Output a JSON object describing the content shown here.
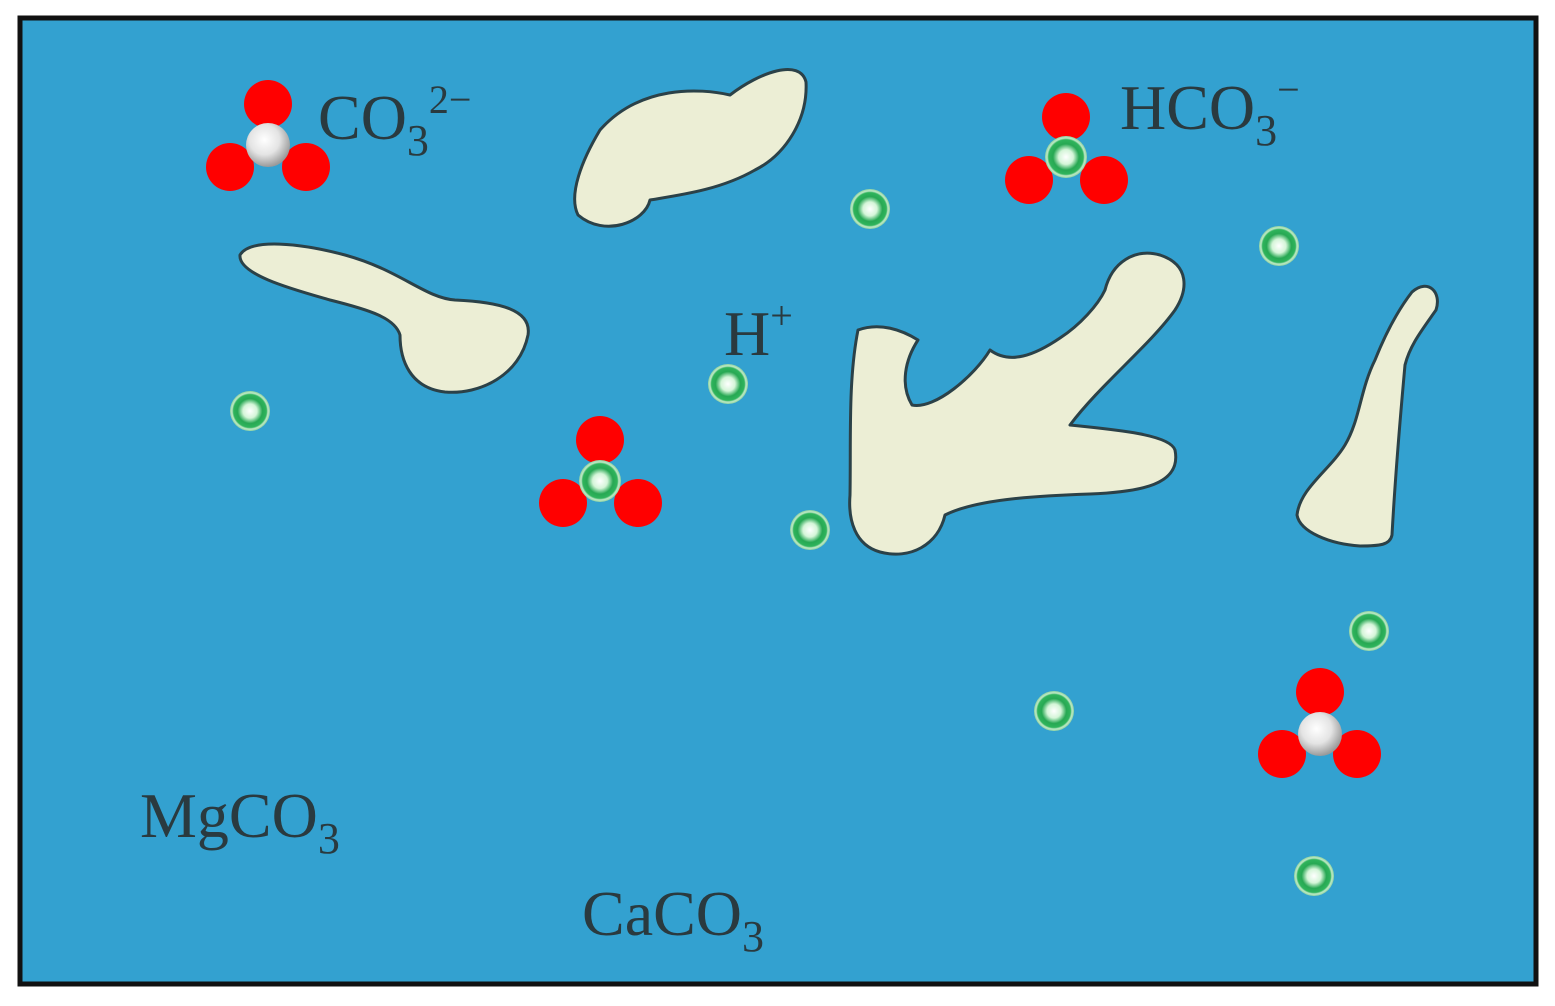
{
  "labels": {
    "carbonate": {
      "base": "CO",
      "sub": "3",
      "sup": "2−"
    },
    "bicarbonate": {
      "base": "HCO",
      "sub": "3",
      "sup": "−"
    },
    "hydrogen": {
      "base": "H",
      "sup": "+"
    },
    "magnesium_carbonate": {
      "base": "MgCO",
      "sub": "3"
    },
    "calcium_carbonate": {
      "base": "CaCO",
      "sub": "3"
    }
  },
  "colors": {
    "background": "#33a1d0",
    "border": "#111111",
    "grain_fill": "#eceed5",
    "grain_stroke": "#2b4148",
    "oxygen": "#ff0000",
    "carbon": "#d9d9d9",
    "hydrogen_ion": "#2fb25b"
  }
}
